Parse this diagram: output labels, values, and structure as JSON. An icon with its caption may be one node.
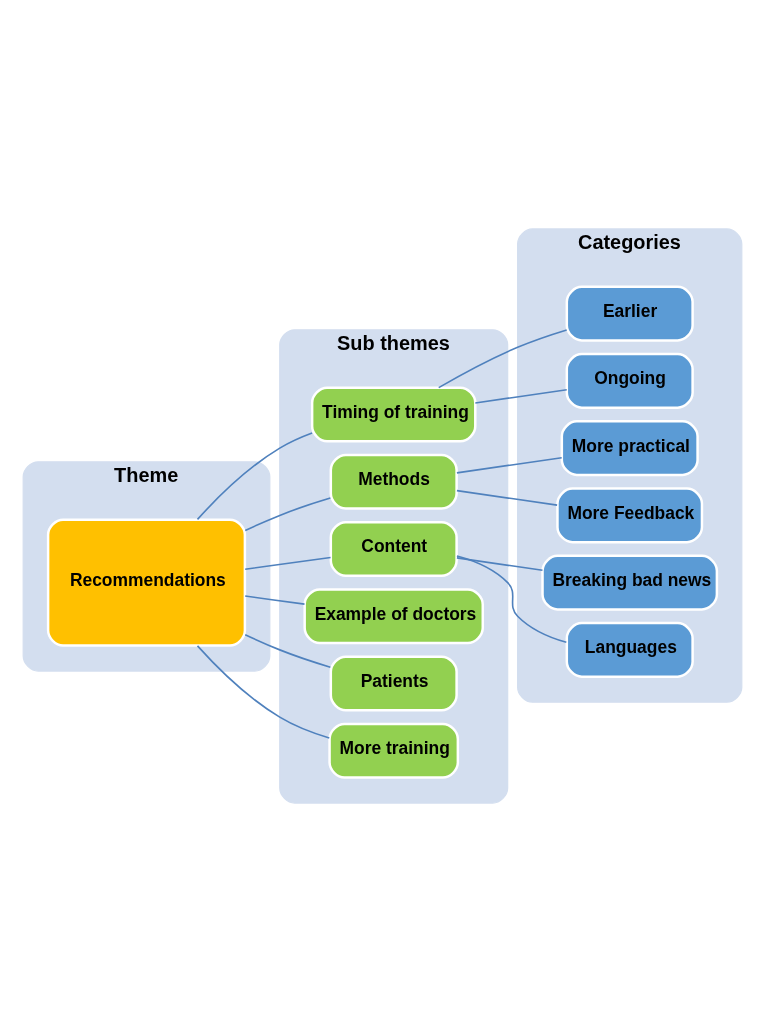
{
  "diagram": {
    "nodes": [
      {
        "text": [
          "Theme"
        ]
      },
      {
        "text": [
          "Sub themes"
        ]
      },
      {
        "text": [
          "Categories"
        ]
      },
      {
        "text": [
          "Recommendations"
        ],
        "in": 0
      },
      {
        "text": [
          "Timing of training"
        ],
        "in": 1
      },
      {
        "text": [
          "Methods"
        ],
        "in": 1
      },
      {
        "text": [
          "Content"
        ],
        "in": 1
      },
      {
        "text": [
          "Example of doctors"
        ],
        "in": 1
      },
      {
        "text": [
          "Patients"
        ],
        "in": 1
      },
      {
        "text": [
          "More training"
        ],
        "in": 1
      },
      {
        "text": [
          "Earlier"
        ],
        "in": 2
      },
      {
        "text": [
          "Ongoing"
        ],
        "in": 2
      },
      {
        "text": [
          "More practical"
        ],
        "in": 2
      },
      {
        "text": [
          "More Feedback"
        ],
        "in": 2
      },
      {
        "text": [
          "Breaking bad news"
        ],
        "in": 2
      },
      {
        "text": [
          "Languages"
        ],
        "in": 2
      }
    ],
    "edges": [
      {
        "from": 3,
        "to": 4,
        "arrow": "none"
      },
      {
        "from": 3,
        "to": 5,
        "arrow": "none"
      },
      {
        "from": 3,
        "to": 6,
        "arrow": "none"
      },
      {
        "from": 3,
        "to": 7,
        "arrow": "none"
      },
      {
        "from": 3,
        "to": 8,
        "arrow": "none"
      },
      {
        "from": 3,
        "to": 9,
        "arrow": "none"
      },
      {
        "from": 4,
        "to": 10,
        "arrow": "none"
      },
      {
        "from": 4,
        "to": 11,
        "arrow": "none"
      },
      {
        "from": 5,
        "to": 12,
        "arrow": "none"
      },
      {
        "from": 5,
        "to": 13,
        "arrow": "none"
      },
      {
        "from": 6,
        "to": 14,
        "arrow": "none"
      },
      {
        "from": 6,
        "to": 15,
        "arrow": "none"
      }
    ]
  }
}
